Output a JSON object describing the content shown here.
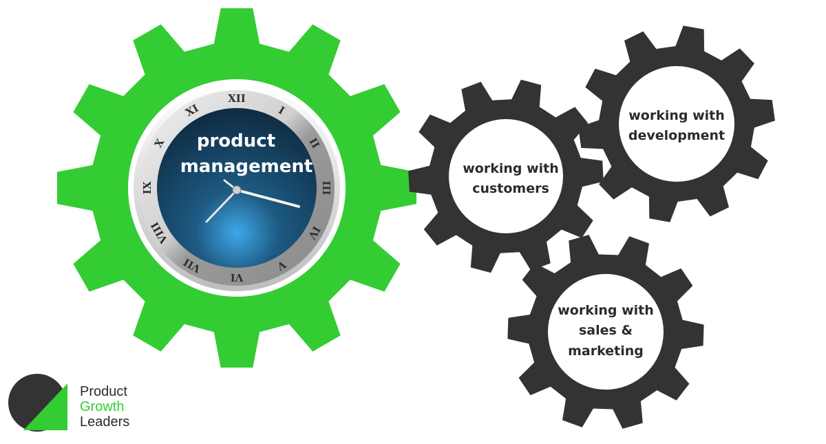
{
  "colors": {
    "accent_green": "#33cc33",
    "gear_dark": "#333333",
    "clock_face": "#1b4a66",
    "text_dark": "#2b2b2b"
  },
  "main_gear": {
    "label_line1": "product",
    "label_line2": "management",
    "clock_numerals": [
      "XII",
      "I",
      "II",
      "III",
      "IV",
      "V",
      "VI",
      "VII",
      "VIII",
      "IX",
      "X",
      "XI"
    ]
  },
  "gears": [
    {
      "lines": [
        "working with",
        "customers"
      ]
    },
    {
      "lines": [
        "working with",
        "development"
      ]
    },
    {
      "lines": [
        "working with",
        "sales &",
        "marketing"
      ]
    }
  ],
  "logo": {
    "line1": "Product",
    "line2": "Growth",
    "line3": "Leaders"
  }
}
